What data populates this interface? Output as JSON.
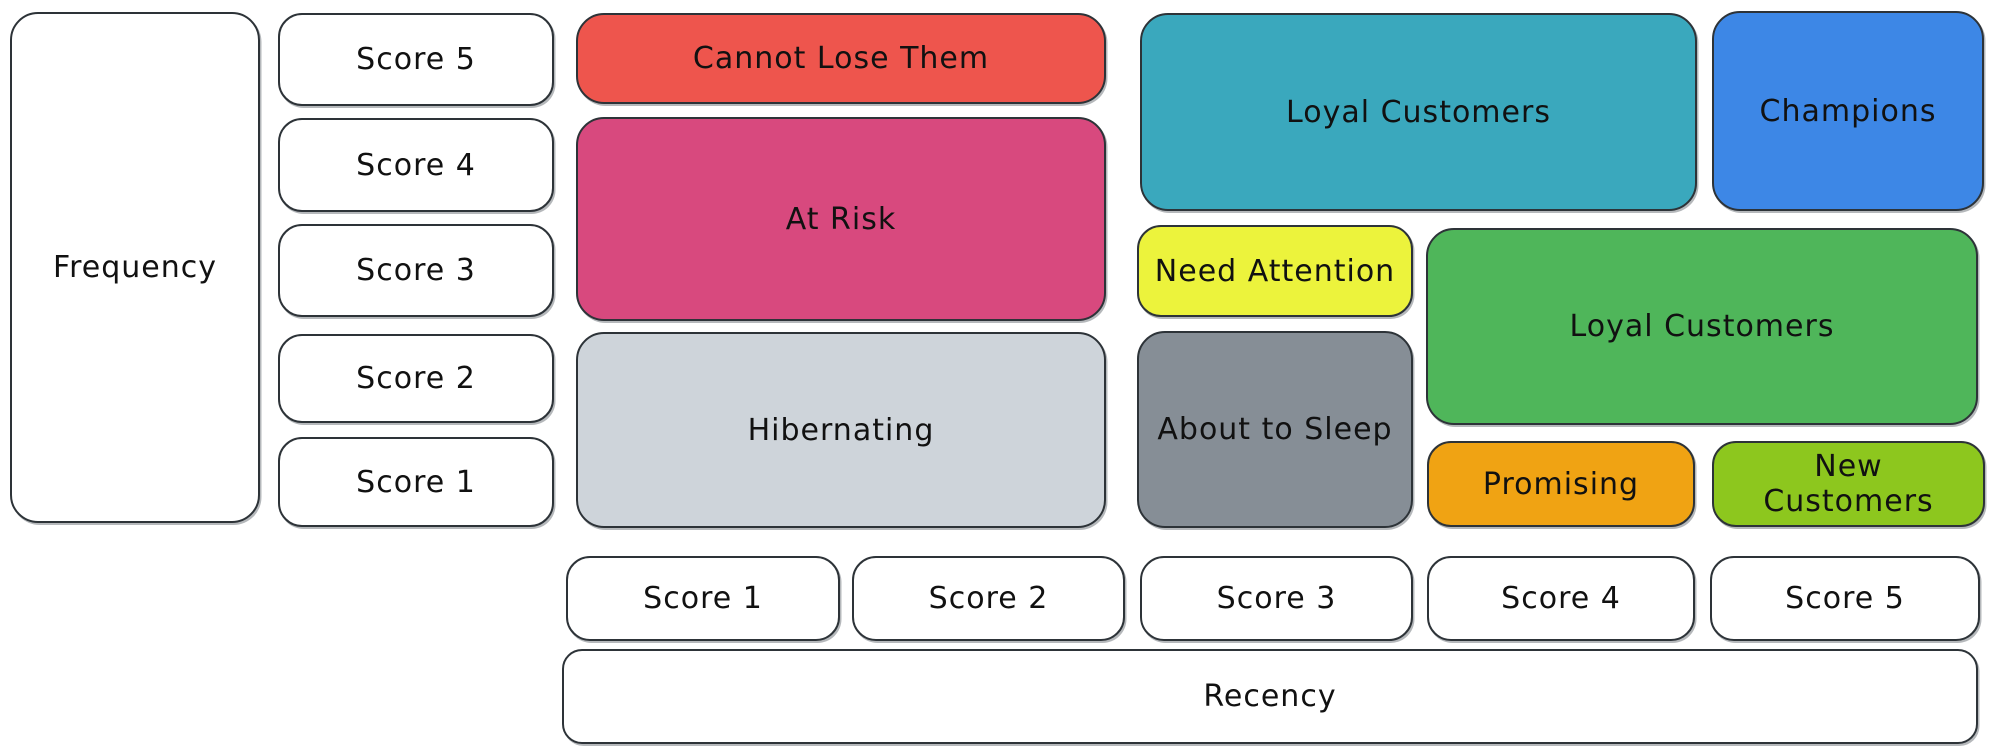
{
  "axes": {
    "frequency": {
      "label": "Frequency",
      "scores": [
        "Score 5",
        "Score 4",
        "Score 3",
        "Score 2",
        "Score 1"
      ]
    },
    "recency": {
      "label": "Recency",
      "scores": [
        "Score 1",
        "Score 2",
        "Score 3",
        "Score 4",
        "Score 5"
      ]
    }
  },
  "segments": [
    {
      "name": "cannot-lose-them",
      "label": "Cannot Lose Them",
      "color": "#ee554d",
      "recency_span": "1-2",
      "frequency_span": "5"
    },
    {
      "name": "at-risk",
      "label": "At Risk",
      "color": "#d8497e",
      "recency_span": "1-2",
      "frequency_span": "3-4"
    },
    {
      "name": "hibernating",
      "label": "Hibernating",
      "color": "#ced4da",
      "recency_span": "1-2",
      "frequency_span": "1-2"
    },
    {
      "name": "loyal-customers-top",
      "label": "Loyal Customers",
      "color": "#3aa8bd",
      "recency_span": "3-4",
      "frequency_span": "4-5"
    },
    {
      "name": "need-attention",
      "label": "Need Attention",
      "color": "#ecf33c",
      "recency_span": "3",
      "frequency_span": "3"
    },
    {
      "name": "about-to-sleep",
      "label": "About to Sleep",
      "color": "#868e96",
      "recency_span": "3",
      "frequency_span": "1-2"
    },
    {
      "name": "champions",
      "label": "Champions",
      "color": "#3d87e6",
      "recency_span": "5",
      "frequency_span": "4-5"
    },
    {
      "name": "loyal-customers-right",
      "label": "Loyal Customers",
      "color": "#4fb65a",
      "recency_span": "4-5",
      "frequency_span": "2-3"
    },
    {
      "name": "promising",
      "label": "Promising",
      "color": "#f0a313",
      "recency_span": "4",
      "frequency_span": "1"
    },
    {
      "name": "new-customers",
      "label": "New Customers",
      "color": "#8dc71e",
      "recency_span": "5",
      "frequency_span": "1"
    }
  ],
  "style": {
    "border_color": "#2d3338",
    "background": "#ffffff",
    "text_color": "#111111"
  }
}
